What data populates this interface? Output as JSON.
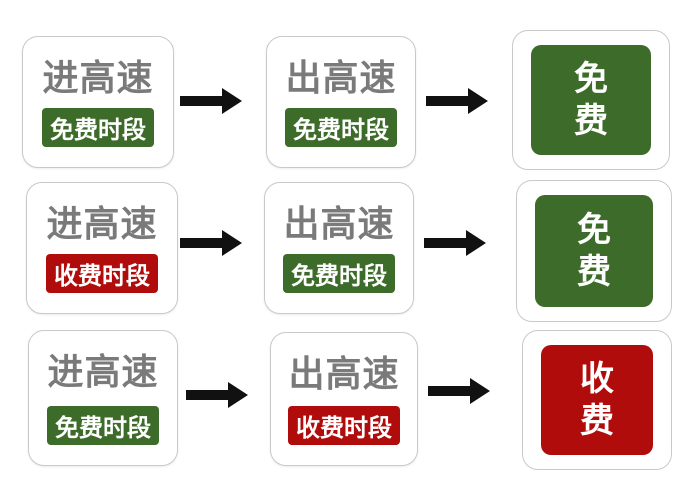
{
  "colors": {
    "green": "#3d6b2a",
    "red": "#b10c0c",
    "card_text": "#7a7a7a",
    "arrow": "#111111"
  },
  "rows": [
    {
      "entry": {
        "title": "进高速",
        "badge": "免费时段",
        "badge_color": "green"
      },
      "exit": {
        "title": "出高速",
        "badge": "免费时段",
        "badge_color": "green"
      },
      "result": {
        "chars": [
          "免",
          "费"
        ],
        "color": "green"
      }
    },
    {
      "entry": {
        "title": "进高速",
        "badge": "收费时段",
        "badge_color": "red"
      },
      "exit": {
        "title": "出高速",
        "badge": "免费时段",
        "badge_color": "green"
      },
      "result": {
        "chars": [
          "免",
          "费"
        ],
        "color": "green"
      }
    },
    {
      "entry": {
        "title": "进高速",
        "badge": "免费时段",
        "badge_color": "green"
      },
      "exit": {
        "title": "出高速",
        "badge": "收费时段",
        "badge_color": "red"
      },
      "result": {
        "chars": [
          "收",
          "费"
        ],
        "color": "red"
      }
    }
  ]
}
